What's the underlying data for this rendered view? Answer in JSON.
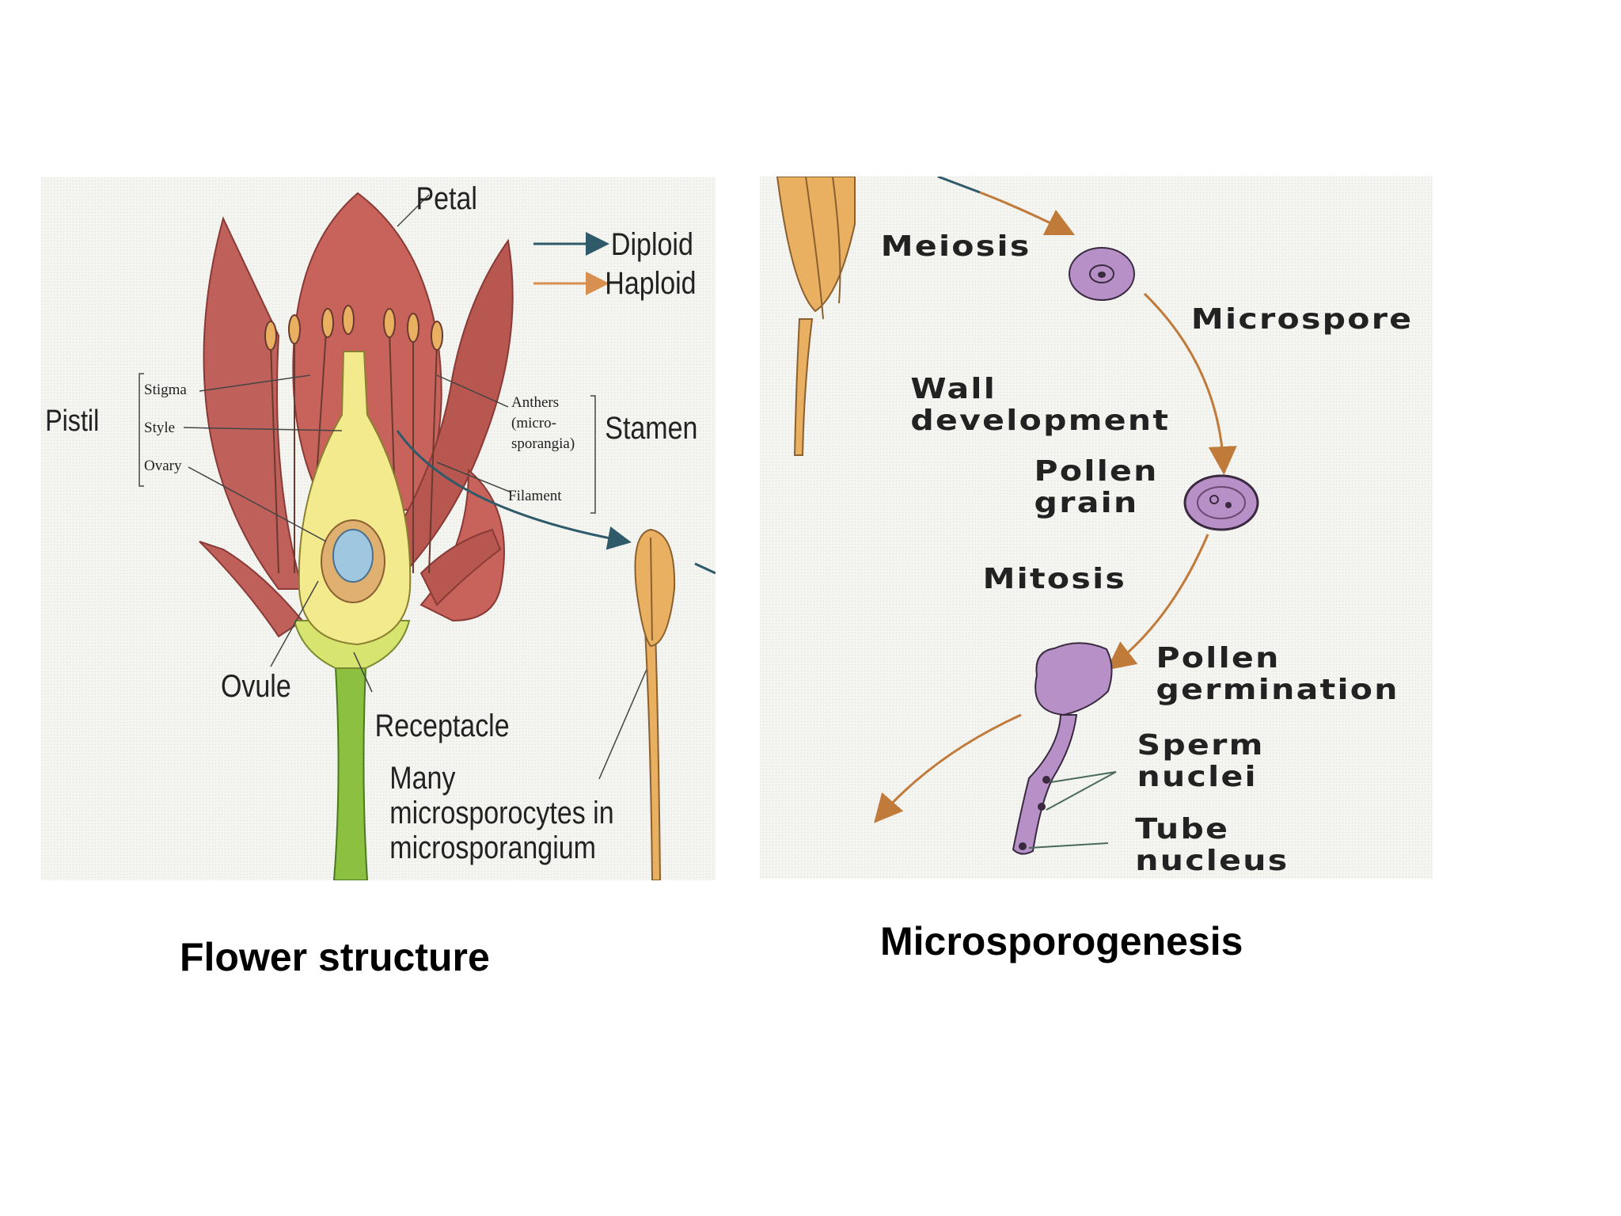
{
  "left_panel": {
    "labels": {
      "petal": "Petal",
      "diploid": "Diploid",
      "haploid": "Haploid",
      "pistil": "Pistil",
      "stigma": "Stigma",
      "style": "Style",
      "ovary": "Ovary",
      "anthers_line1": "Anthers",
      "anthers_line2": "(micro-",
      "anthers_line3": "sporangia)",
      "filament": "Filament",
      "stamen": "Stamen",
      "ovule": "Ovule",
      "receptacle": "Receptacle",
      "many_line1": "Many",
      "many_line2": "microsporocytes in",
      "many_line3": "microsporangium"
    },
    "colors": {
      "petal": "#c0605a",
      "pistil": "#f2ea8c",
      "stem": "#8cc040",
      "ovule": "#9fc8e0",
      "anther": "#e8b060",
      "diploid_arrow": "#2e5a6a",
      "haploid_arrow": "#d89050"
    }
  },
  "right_panel": {
    "labels": {
      "meiosis": "Meiosis",
      "microspore": "Microspore",
      "wall_line1": "Wall",
      "wall_line2": "development",
      "pollen_line1": "Pollen",
      "pollen_line2": "grain",
      "mitosis": "Mitosis",
      "germ_line1": "Pollen",
      "germ_line2": "germination",
      "sperm_line1": "Sperm",
      "sperm_line2": "nuclei",
      "tube_line1": "Tube",
      "tube_line2": "nucleus"
    },
    "colors": {
      "cell": "#b890c8",
      "arrow": "#c07a3a",
      "anther": "#e8b060"
    }
  },
  "captions": {
    "left": "Flower structure",
    "right": "Microsporogenesis"
  }
}
